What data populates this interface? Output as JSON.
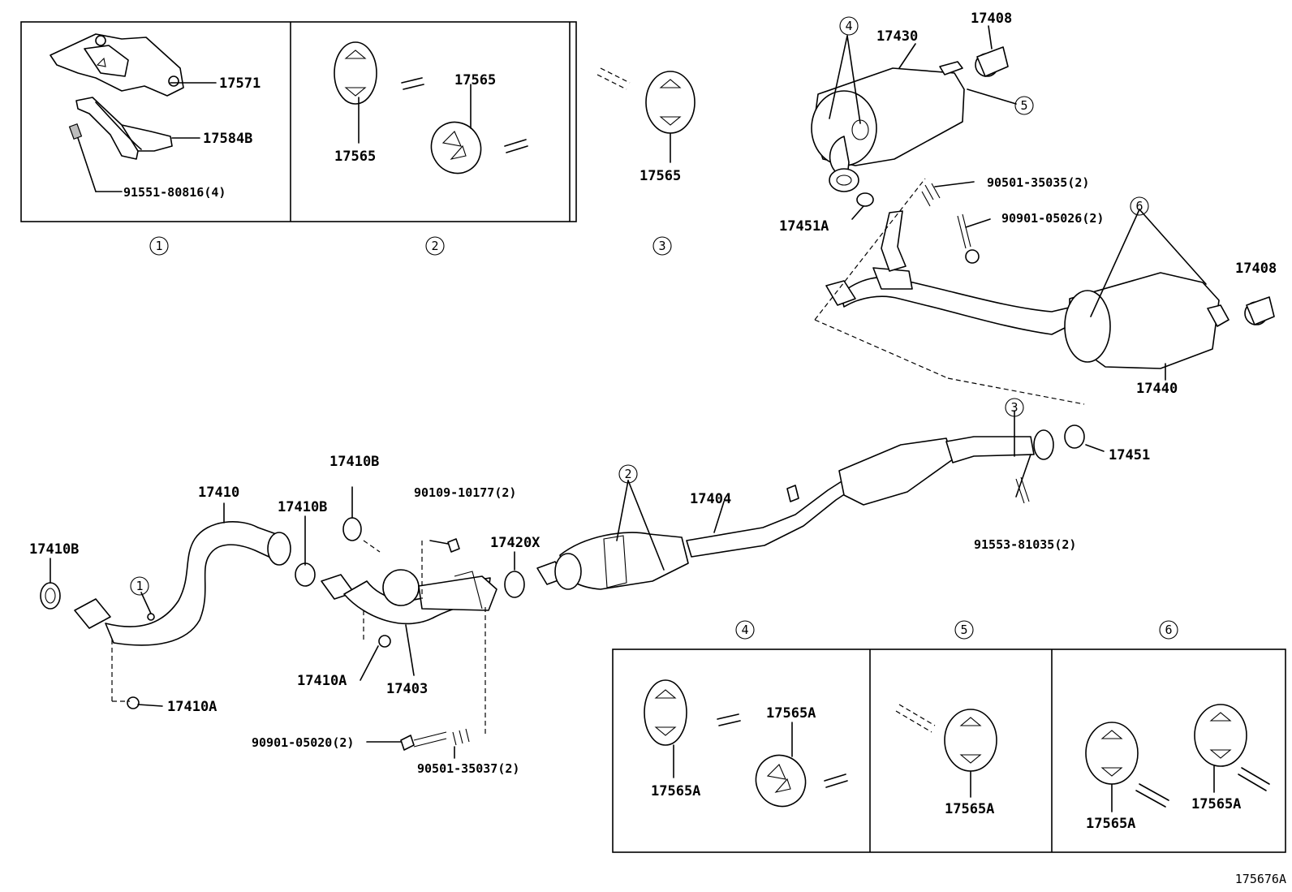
{
  "diagram_id": "175676A",
  "callouts": [
    "1",
    "2",
    "3",
    "4",
    "5",
    "6"
  ],
  "detail_boxes": {
    "box1": {
      "callout": "1",
      "parts": [
        "17571",
        "17584B",
        "91551-80816(4)"
      ]
    },
    "box2": {
      "callout": "2",
      "parts": [
        "17565",
        "17565"
      ]
    },
    "box3": {
      "callout": "3",
      "parts": [
        "17565"
      ]
    },
    "box4": {
      "callout": "4",
      "parts": [
        "17565A",
        "17565A"
      ]
    },
    "box5": {
      "callout": "5",
      "parts": [
        "17565A"
      ]
    },
    "box6": {
      "callout": "6",
      "parts": [
        "17565A",
        "17565A"
      ]
    }
  },
  "main_parts": {
    "p17430": "17430",
    "p17408a": "17408",
    "p17408b": "17408",
    "p17451a": "17451A",
    "p90501_35035": "90501-35035(2)",
    "p90901_05026": "90901-05026(2)",
    "p17440": "17440",
    "p17451": "17451",
    "p91553": "91553-81035(2)",
    "p17404": "17404",
    "p17420x": "17420X",
    "p90109": "90109-10177(2)",
    "p17410b_a": "17410B",
    "p17410b_b": "17410B",
    "p17410b_c": "17410B",
    "p17410": "17410",
    "p17410a_a": "17410A",
    "p17410a_b": "17410A",
    "p17403": "17403",
    "p90901_05020": "90901-05020(2)",
    "p90501_35037": "90501-35037(2)"
  }
}
